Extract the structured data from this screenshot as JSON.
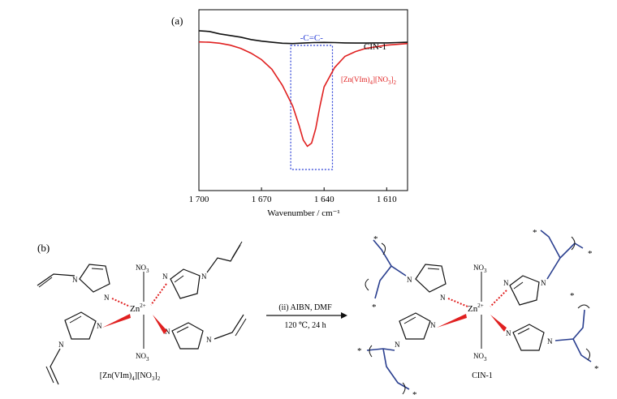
{
  "panel_a": {
    "label": "(a)",
    "box_label": "-C=C-",
    "xlabel": "Wavenumber / cm⁻¹",
    "xticks": [
      "1 700",
      "1 670",
      "1 640",
      "1 610"
    ]
  },
  "panel_b": {
    "label": "(b)",
    "reaction_line1": "(ii) AIBN, DMF",
    "reaction_line2": "120 ℃, 24 h",
    "left_name_main": "[Zn(VIm)",
    "left_name_sub1": "4",
    "left_name_mid": "][NO",
    "left_name_sub2": "3",
    "left_name_end": "]",
    "left_name_sub3": "2",
    "right_name": "CIN-1",
    "metal": "Zn",
    "metal_charge": "2+",
    "nitrate": "NO",
    "nitrate_sub": "3",
    "ring_n": "N",
    "star": "*"
  },
  "chart_data": {
    "type": "line",
    "title": "",
    "xlabel": "Wavenumber / cm⁻¹",
    "ylabel": "",
    "xlim": [
      1700,
      1600
    ],
    "x_reversed": true,
    "xticks": [
      1700,
      1670,
      1640,
      1610
    ],
    "yticks_shown": false,
    "highlight_range": [
      1656,
      1636
    ],
    "series": [
      {
        "name": "CIN-1",
        "color": "#111111",
        "x": [
          1700,
          1695,
          1690,
          1685,
          1680,
          1675,
          1670,
          1665,
          1660,
          1655,
          1650,
          1645,
          1640,
          1635,
          1630,
          1625,
          1620,
          1615,
          1610,
          1605,
          1600
        ],
        "y": [
          0.93,
          0.925,
          0.91,
          0.9,
          0.89,
          0.875,
          0.865,
          0.858,
          0.852,
          0.85,
          0.853,
          0.856,
          0.857,
          0.856,
          0.854,
          0.853,
          0.853,
          0.854,
          0.854,
          0.856,
          0.858
        ]
      },
      {
        "name": "[Zn(VIm)4][NO3]2",
        "color": "#e02020",
        "x": [
          1700,
          1695,
          1690,
          1685,
          1680,
          1675,
          1670,
          1665,
          1660,
          1655,
          1652,
          1650,
          1648,
          1646,
          1644,
          1642,
          1640,
          1635,
          1630,
          1625,
          1620,
          1615,
          1610,
          1605,
          1600
        ],
        "y": [
          0.86,
          0.858,
          0.852,
          0.84,
          0.82,
          0.79,
          0.75,
          0.69,
          0.59,
          0.46,
          0.34,
          0.25,
          0.21,
          0.23,
          0.32,
          0.46,
          0.58,
          0.7,
          0.77,
          0.8,
          0.82,
          0.83,
          0.84,
          0.845,
          0.85
        ]
      }
    ]
  }
}
